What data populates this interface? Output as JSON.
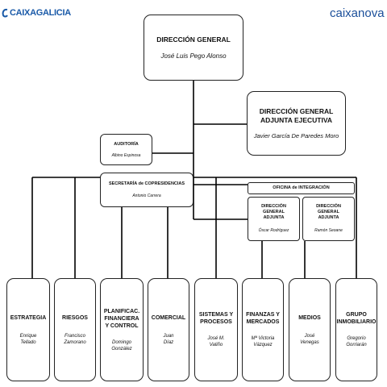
{
  "logos": {
    "left": "CAIXAGALICIA",
    "right": "caixanova"
  },
  "colors": {
    "line": "#000000",
    "box_border": "#222222",
    "logo_left": "#1a5aa8",
    "logo_right": "#1b4f9a",
    "logo_drop": "#5aa83c"
  },
  "direccion_general": {
    "title": "DIRECCIÓN GENERAL",
    "name": "José Luis Pego Alonso"
  },
  "adjunta_ejecutiva": {
    "title_1": "DIRECCIÓN GENERAL",
    "title_2": "ADJUNTA EJECUTIVA",
    "name": "Javier García De Paredes Moro"
  },
  "auditoria": {
    "title": "AUDITORÍA",
    "name": "Albino Espinosa"
  },
  "secretaria": {
    "title": "SECRETARÍA de COPRESIDENCIAS",
    "name": "Antonio Carrera"
  },
  "oficina": {
    "title": "OFICINA de INTEGRACIÓN"
  },
  "adjunta_1": {
    "t1": "DIRECCIÓN",
    "t2": "GENERAL",
    "t3": "ADJUNTA",
    "name": "Óscar Rodríguez"
  },
  "adjunta_2": {
    "t1": "DIRECCIÓN",
    "t2": "GENERAL",
    "t3": "ADJUNTA",
    "name": "Ramón Seoane"
  },
  "departments": [
    {
      "t1": "ESTRATEGIA",
      "t2": "",
      "t3": "",
      "n1": "Enrique",
      "n2": "Tellado"
    },
    {
      "t1": "RIESGOS",
      "t2": "",
      "t3": "",
      "n1": "Francisco",
      "n2": "Zamorano"
    },
    {
      "t1": "PLANIFICAC.",
      "t2": "FINANCIERA",
      "t3": "Y CONTROL",
      "n1": "Domingo",
      "n2": "González"
    },
    {
      "t1": "COMERCIAL",
      "t2": "",
      "t3": "",
      "n1": "Juan",
      "n2": "Díaz"
    },
    {
      "t1": "SISTEMAS Y",
      "t2": "PROCESOS",
      "t3": "",
      "n1": "José M.",
      "n2": "Valiño"
    },
    {
      "t1": "FINANZAS Y",
      "t2": "MERCADOS",
      "t3": "",
      "n1": "Mª Victoria",
      "n2": "Vázquez"
    },
    {
      "t1": "MEDIOS",
      "t2": "",
      "t3": "",
      "n1": "José",
      "n2": "Venegas"
    },
    {
      "t1": "GRUPO",
      "t2": "INMOBILIARIO",
      "t3": "",
      "n1": "Gregorio",
      "n2": "Gorriarán"
    }
  ]
}
